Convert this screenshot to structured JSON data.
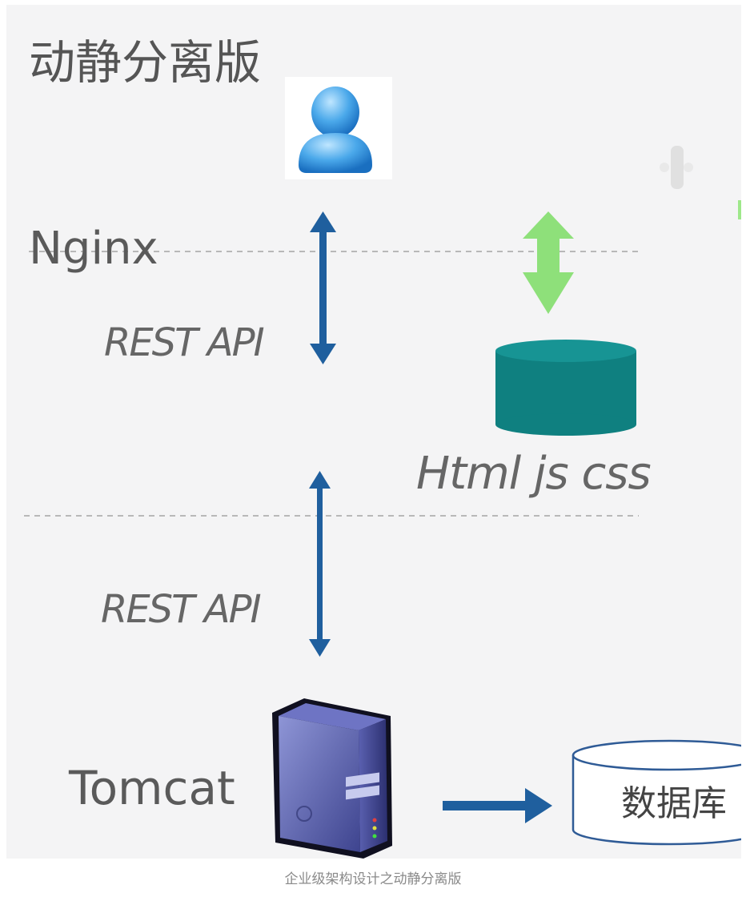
{
  "diagram": {
    "title": "动静分离版",
    "labels": {
      "nginx": "Nginx",
      "rest_api_top": "REST API",
      "rest_api_bottom": "REST API",
      "static_assets": "Html js css",
      "tomcat": "Tomcat",
      "database": "数据库"
    },
    "colors": {
      "background": "#f4f4f5",
      "blue_arrow": "#1f5f9e",
      "green_arrow": "#8ee07a",
      "static_cylinder": "#0f8080",
      "text": "#5a5a5a",
      "dashed_line": "#b8b8b8"
    },
    "icons": {
      "user": "user-icon",
      "server": "server-icon",
      "static_store": "cylinder-icon",
      "database": "database-icon"
    }
  },
  "caption": "企业级架构设计之动静分离版"
}
